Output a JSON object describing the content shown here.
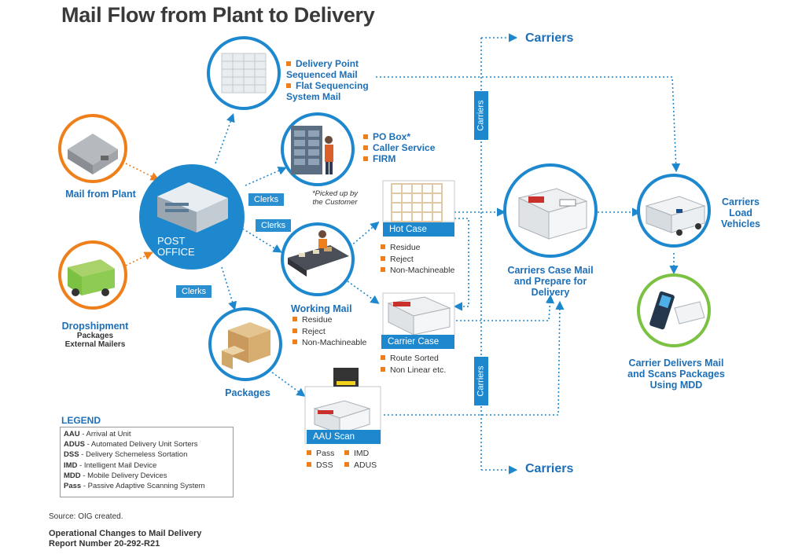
{
  "title": "Mail Flow from Plant to Delivery",
  "colors": {
    "blue": "#1e88cf",
    "dark_blue": "#1d6fb8",
    "orange": "#ef7f1a",
    "green": "#7bc142"
  },
  "nodes": {
    "plant": "Mail from Plant",
    "dropship": {
      "title": "Dropshipment",
      "sub1": "Packages",
      "sub2": "External Mailers"
    },
    "post_office": {
      "line1": "POST",
      "line2": "OFFICE"
    },
    "dps": [
      "Delivery Point Sequenced Mail",
      "Flat Sequencing System Mail"
    ],
    "pobox": [
      "PO Box*",
      "Caller Service",
      "FIRM"
    ],
    "pobox_note": {
      "line1": "*Picked up by",
      "line2": "the Customer"
    },
    "working_mail": {
      "title": "Working Mail",
      "items": [
        "Residue",
        "Reject",
        "Non-Machineable"
      ]
    },
    "hot_case": {
      "title": "Hot Case",
      "items": [
        "Residue",
        "Reject",
        "Non-Machineable"
      ]
    },
    "carrier_case": {
      "title": "Carrier Case",
      "items": [
        "Route Sorted",
        "Non Linear etc."
      ]
    },
    "packages": "Packages",
    "aau_scan": {
      "title": "AAU Scan",
      "items": [
        "Pass",
        "DSS",
        "IMD",
        "ADUS"
      ]
    },
    "case_mail": {
      "line1": "Carriers Case Mail",
      "line2": "and Prepare for",
      "line3": "Delivery"
    },
    "load_vehicles": {
      "line1": "Carriers",
      "line2": "Load",
      "line3": "Vehicles"
    },
    "delivers": {
      "line1": "Carrier Delivers Mail",
      "line2": "and Scans Packages",
      "line3": "Using MDD"
    }
  },
  "clerks": [
    "Clerks",
    "Clerks",
    "Clerks"
  ],
  "carriers": {
    "top": "Carriers",
    "bottom": "Carriers",
    "vertical_top": "Carriers",
    "vertical_bottom": "Carriers"
  },
  "legend": {
    "title": "LEGEND",
    "rows": [
      {
        "abbr": "AAU",
        "desc": " - Arrival at Unit"
      },
      {
        "abbr": "ADUS",
        "desc": " - Automated Delivery Unit Sorters"
      },
      {
        "abbr": "DSS",
        "desc": " - Delivery Schemeless Sortation"
      },
      {
        "abbr": "IMD",
        "desc": " - Intelligent Mail Device"
      },
      {
        "abbr": "MDD",
        "desc": " - Mobile Delivery Devices"
      },
      {
        "abbr": "Pass",
        "desc": " - Passive Adaptive Scanning System"
      }
    ]
  },
  "footer": {
    "source": "Source: OIG created.",
    "line1": "Operational Changes to Mail Delivery",
    "line2": "Report Number 20-292-R21"
  }
}
